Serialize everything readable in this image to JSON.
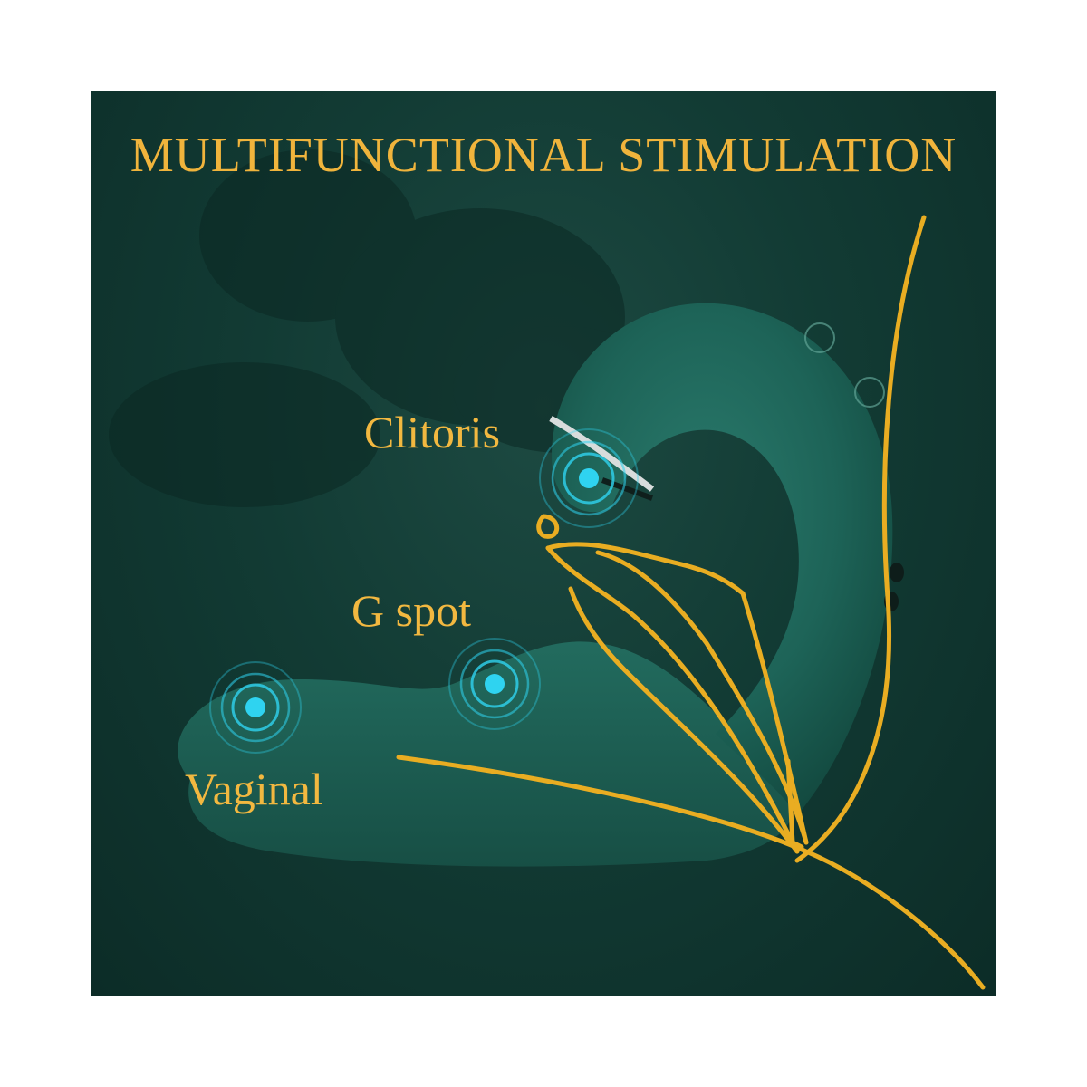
{
  "title": "MULTIFUNCTIONAL STIMULATION",
  "labels": {
    "clitoris": "Clitoris",
    "g_spot": "G spot",
    "vaginal": "Vaginal"
  },
  "colors": {
    "background": "#123b34",
    "product": "#1f6a5e",
    "accent_text": "#f0b43c",
    "line_art": "#e9ad22",
    "pulse_dot": "#2fd3f0"
  },
  "icons": {
    "stimulation_point": "pulse-target-icon"
  }
}
